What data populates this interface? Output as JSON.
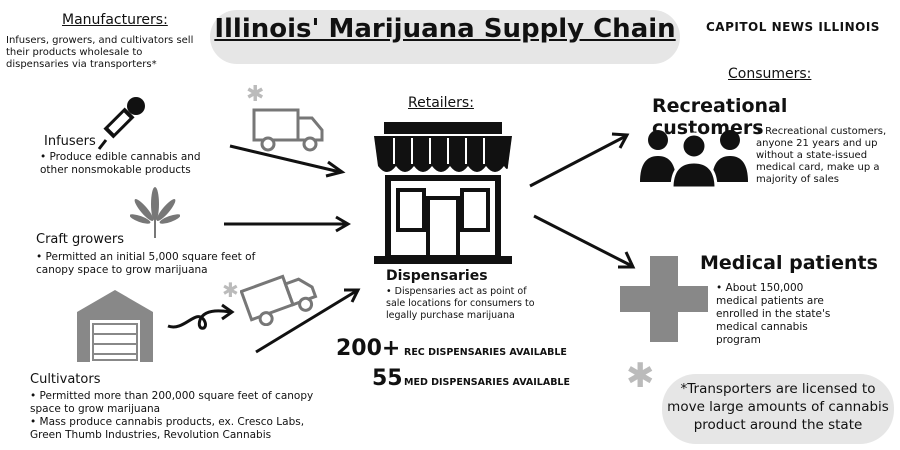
{
  "title": "Illinois' Marijuana Supply Chain",
  "brand": "CAPITOL NEWS ILLINOIS",
  "manufacturers": {
    "heading": "Manufacturers:",
    "description": "Infusers, growers, and cultivators sell their products wholesale to dispensaries via transporters*"
  },
  "infusers": {
    "title": "Infusers",
    "bullet": "• Produce edible cannabis and other nonsmokable products"
  },
  "craft_growers": {
    "title": "Craft growers",
    "bullet": "• Permitted an initial 5,000 square feet of canopy space to grow marijuana"
  },
  "cultivators": {
    "title": "Cultivators",
    "bullet1": "• Permitted more than 200,000 square feet of canopy space to grow marijuana",
    "bullet2": "• Mass produce cannabis products, ex. Cresco Labs, Green Thumb Industries, Revolution Cannabis"
  },
  "retailers": {
    "heading": "Retailers:",
    "title": "Dispensaries",
    "bullet": "• Dispensaries act as point of sale locations for consumers to legally purchase marijuana"
  },
  "stats": {
    "rec_count": "200+",
    "rec_label": "REC DISPENSARIES AVAILABLE",
    "med_count": "55",
    "med_label": "MED DISPENSARIES AVAILABLE"
  },
  "consumers": {
    "heading": "Consumers:",
    "recreational_title": "Recreational customers",
    "recreational_bullet": "• Recreational customers, anyone 21 years and up without a state-issued medical card, make up a majority of sales",
    "medical_title": "Medical patients",
    "medical_bullet": "• About 150,000 medical patients are enrolled in the state's medical cannabis program"
  },
  "transporters_note": "*Transporters are licensed to move large amounts of cannabis product around the state"
}
